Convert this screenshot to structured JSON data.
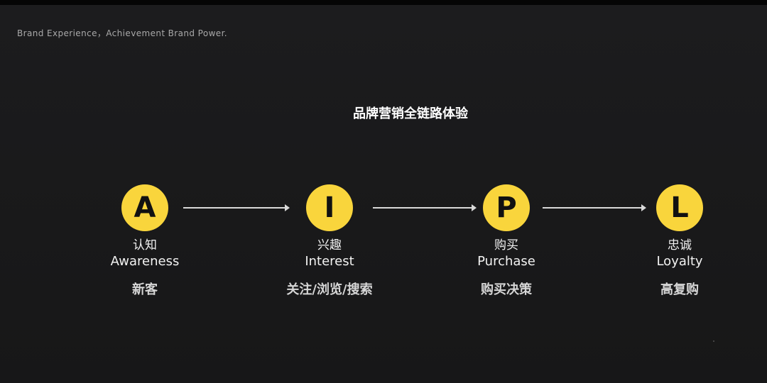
{
  "tagline": "Brand Experience，Achievement Brand Power.",
  "title": "品牌营销全链路体验",
  "stages": [
    {
      "letter": "A",
      "cn": "认知",
      "en": "Awareness",
      "tag": "新客"
    },
    {
      "letter": "I",
      "cn": "兴趣",
      "en": "Interest",
      "tag": "关注/浏览/搜索"
    },
    {
      "letter": "P",
      "cn": "购买",
      "en": "Purchase",
      "tag": "购买决策"
    },
    {
      "letter": "L",
      "cn": "忠诚",
      "en": "Loyalty",
      "tag": "高复购"
    }
  ],
  "colors": {
    "accent": "#f9d53c",
    "background": "#1b1b1c",
    "text": "#f2f2f2"
  },
  "icons": [
    "arrow-right-icon"
  ]
}
